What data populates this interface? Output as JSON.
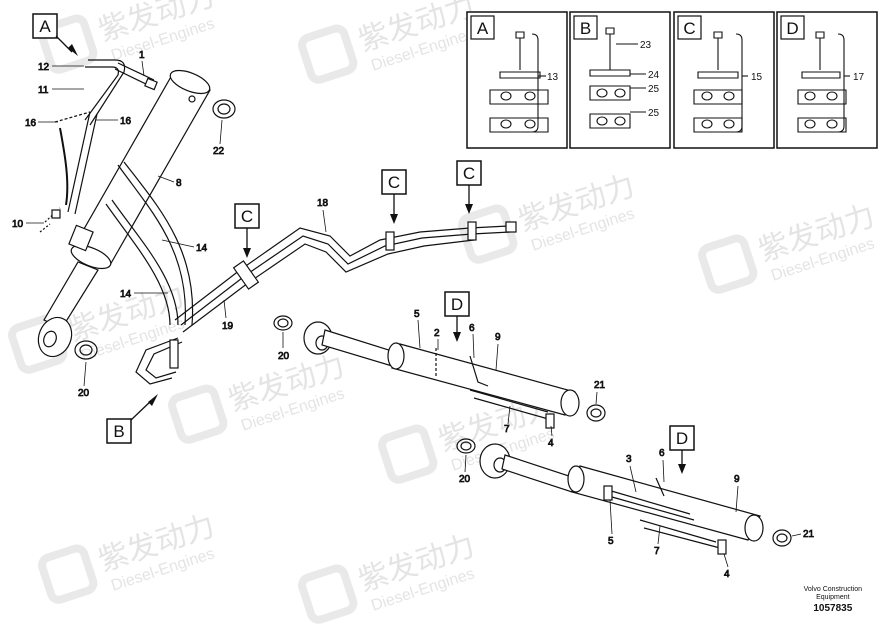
{
  "watermark": {
    "brand_cn": "紫发动力",
    "brand_en": "Diesel-Engines"
  },
  "callouts": {
    "A": "A",
    "B": "B",
    "C": "C",
    "D": "D"
  },
  "part_labels": {
    "p1": "1",
    "p2": "2",
    "p3": "3",
    "p4": "4",
    "p5": "5",
    "p6": "6",
    "p7": "7",
    "p8": "8",
    "p9": "9",
    "p10": "10",
    "p11": "11",
    "p12": "12",
    "p13": "13",
    "p14": "14",
    "p15": "15",
    "p16": "16",
    "p17": "17",
    "p18": "18",
    "p19": "19",
    "p20": "20",
    "p21": "21",
    "p22": "22",
    "p23": "23",
    "p24": "24",
    "p25": "25"
  },
  "footer": {
    "line1": "Volvo Construction",
    "line2": "Equipment",
    "drawing_number": "1057835"
  }
}
